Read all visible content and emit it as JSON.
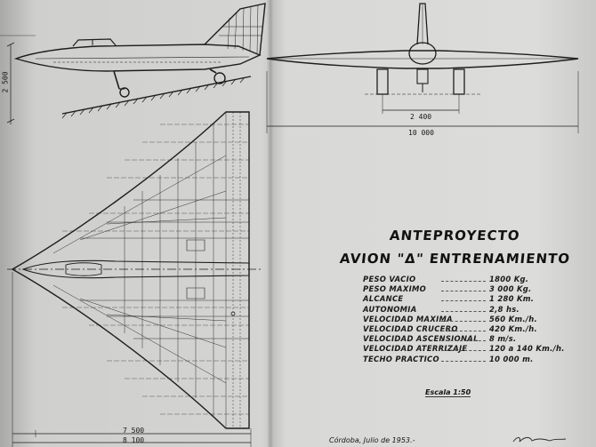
{
  "title_line1": "ANTEPROYECTO",
  "title_line2": "AVION \"Δ\" ENTRENAMIENTO",
  "specs": [
    {
      "label": "PESO VACIO",
      "value": "1800 Kg."
    },
    {
      "label": "PESO MAXIMO",
      "value": "3 000 Kg."
    },
    {
      "label": "ALCANCE",
      "value": "1 280 Km."
    },
    {
      "label": "AUTONOMIA",
      "value": "2,8 hs."
    },
    {
      "label": "VELOCIDAD MAXIMA",
      "value": "560 Km./h."
    },
    {
      "label": "VELOCIDAD CRUCERO",
      "value": "420 Km./h."
    },
    {
      "label": "VELOCIDAD ASCENSIONAL",
      "value": "8 m/s."
    },
    {
      "label": "VELOCIDAD ATERRIZAJE",
      "value": "120 a 140 Km./h."
    },
    {
      "label": "TECHO PRACTICO",
      "value": "10 000 m."
    }
  ],
  "scale_label": "Escala 1:50",
  "footer_place_date": "Córdoba, Julio de 1953.-",
  "dimensions": {
    "side_height": "2 500",
    "track_width": "2 400",
    "wingspan": "10 000",
    "length_inner": "7 500",
    "length_total": "8 100"
  }
}
